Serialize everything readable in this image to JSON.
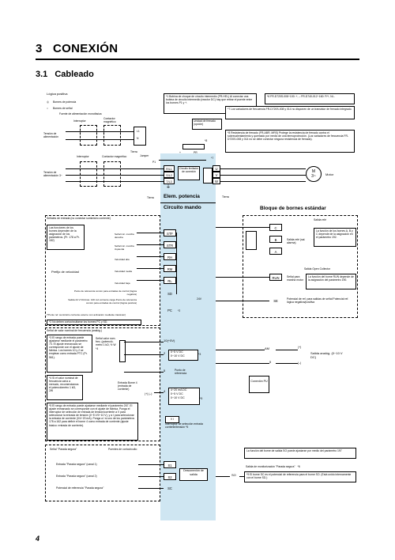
{
  "chapter": {
    "number": "3",
    "title": "CONEXIÓN"
  },
  "section": {
    "number": "3.1",
    "title": "Cableado"
  },
  "legend": {
    "heading": "Lógica positiva",
    "power": "Bornes de potencia",
    "signal": "Bornes de señal"
  },
  "upper": {
    "mono_supply": "Fuente de alimentación monofásica",
    "switch": "Interruptor",
    "contactor": "Contactor magnético",
    "supply_voltage": "Tensión de alimentación",
    "l1": "L1",
    "n": "N",
    "earth": "Tierra",
    "jumper": "Jumper",
    "p1": "P1",
    "pr": "PR",
    "plus": "+",
    "star7": "*7",
    "star8": "*8",
    "braking_unit": "Unidad de frenado (opción)",
    "note1": "*1 Bobina de choque de circuito intermedio (FR-HEL) Al conectar una bobina de circuito intermedio (reactor DC) hay que retirar el puente entre los bornes P1 y +.",
    "note6": "*6 FR-D720S-008~100: +, – FR-D740-012~160: P/+, N/–",
    "note7": "*7 Los variadores de frecuencia FR-D720S-008 y 014 no disponen de un transistor de frenado integrado.",
    "note8": "*8 Resistencia de frenado (FR-ABR, MRS) Protege la resistencia de frenado contra el sobrecalentamiento y quemado por medio de una termoprotección. (Los variadores de frecuencia FR-D720S-008 y 014 no se debe conectar ninguna resistencia de frenado).",
    "three_phase": "Tensión de alimentación 3~",
    "rl1": "R/L1",
    "sl2": "S/L2",
    "tl3": "T/L3",
    "u": "U",
    "v": "V",
    "w": "W",
    "limiter": "Circuito limitador de conexión",
    "ground_sym": "⏚",
    "motor_m": "M",
    "motor_3": "3~",
    "motor": "Motor",
    "earth2": "Tierra",
    "earth3": "Tierra"
  },
  "power_banner": "Elem. potencia",
  "control_banner": "Circuito mando",
  "terminal_block": "Bloque de bornes estándar",
  "inputs": {
    "heading": "Señales de entrada (no conectar suministro corriente)",
    "functions_note": "Las funciones de los bornes dependen de la asignación de los parámetros. (Pr. 178 a Pr. 182)",
    "fwd_cmd": "Señal inic. marcha derecha",
    "rev_cmd": "Señal inic. marcha izquierda",
    "speed_preset": "Prefijo de velocidad",
    "high": "Velocidad alta",
    "mid": "Velocidad media",
    "low": "Velocidad baja",
    "common_ref": "Punto de referencia común para entradas de control (lógica negativa)",
    "out24": "Salida 24 V DC/máx. 100 mA corriente carga Punto de referencia común para entradas de control (lógica positiva)",
    "star_note": "(*Punto ref. suministro corriente externo con activación mediante transistor)",
    "note2": "*2 No deben cortocircuitarse los bornes PC y SD.",
    "stf": "STF",
    "str": "STR",
    "rh": "RH",
    "rm": "RM",
    "rl": "RL",
    "sd": "SD",
    "pc": "PC",
    "v24": "24V",
    "star2": "*2"
  },
  "relay": {
    "heading": "Salida relé",
    "c": "C",
    "b": "B",
    "a": "A",
    "alarm": "Salida relé (sal. alarma)",
    "desc": "La función de los bornes A, B y C depende de la asignación en el parámetro 192."
  },
  "open_collector": {
    "heading": "Salida Open Collector",
    "run": "RUN",
    "se": "SE",
    "signal": "Señal para marcha motor",
    "desc": "La función del borne RUN depende de la asignación del parámetro 190.",
    "ref": "Potencial de ref. para salidas de señal Potencial ref. lógica negativa/positiva"
  },
  "analog_in": {
    "heading": "Señal de valor nominal de frecuencia (analóg.)",
    "note3": "*3 El rango de entrada puede ajustarse mediante el parámetro 73. El ajuste enmarcado se corresponde con el ajuste de fábrica. Los bornes 10 y 2 se emplean como entrada PTC (Pr. 561).",
    "note4": "*4 Si el valor nominal de frecuencia varía a menudo, recomendamos el potenciómetro 1 kΩ, 2W",
    "note5": "*5 El rango de entrada puede ajustarse mediante el parámetro 267. El ajuste enmarcado se corresponde con el ajuste de fábrica. Ponga el interruptor de selección de entrada de tensión/corriente a V para seleccionar la entrada de tensión (0~5 V/0~10 V), y a I para seleccionar la entrada de corriente (0/4~20 mA). Ponga a I si uno de los parámetros 178 a 162 para definir el borne 4 como entrada de corriente (ajuste básico: entrada de corriente).",
    "pot_label": "Señal valor nom. frec. (potenció-metro 1 kΩ, ½ W *4",
    "t10": "10(+5V)",
    "t2": "2",
    "r2a": "0~5 V DC",
    "r2b": "0~10 V DC",
    "star3": "*3",
    "t5": "5",
    "ref_point": "Punto de referencia",
    "t4": "4",
    "in4": "Entrada Borne 4 (entrada de corriente)",
    "pm": "(+) (–)",
    "r4a": "4~20 mA DC",
    "r4b": "0~5 V DC",
    "r4c": "0~10 V DC",
    "star5": "*5",
    "vi": "V I",
    "switch_desc": "Interruptor de selección entrada corriente/tensión *5"
  },
  "analog_out": {
    "am": "AM",
    "t5": "5",
    "plus": "(+)",
    "minus": "(–)",
    "desc": "Salida analóg. (0~10 V DC)",
    "pu": "Conexión PU"
  },
  "safety": {
    "heading": "Señal \"Parada segura\"",
    "short": "Puentes de cortocircuito",
    "ch1": "Entrada \"Parada segura\" (canal 1)",
    "ch2": "Entrada \"Parada segura\" (canal 2)",
    "ref": "Potencial de referencia \"Parada segura\"",
    "s1": "S1",
    "s2": "S2",
    "sc": "SC",
    "so": "SO",
    "disconnect": "Desconexión de salida",
    "so_note": "La función del borne de salida SO puede ajustarse por medio del parámetro 197",
    "monitor": "Salida de monitorización \"Parada segura\"",
    "star6": "*6",
    "note9": "*9 El borne SC es el potencial de referencia para el borne SO. (Está unido internamente con el borne SD.)"
  },
  "page_number": "4"
}
